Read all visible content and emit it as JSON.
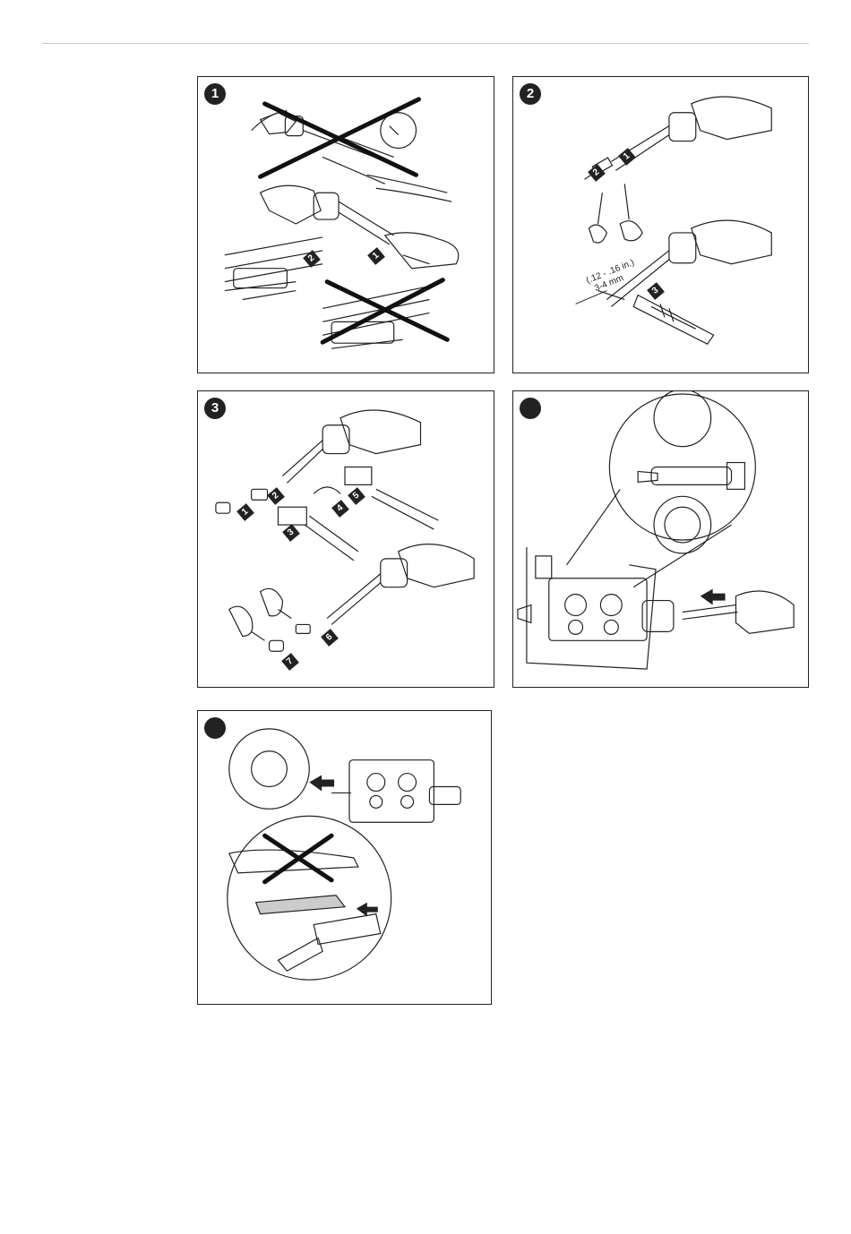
{
  "panels": [
    {
      "badge": "1",
      "tags": [
        "1",
        "2"
      ]
    },
    {
      "badge": "2",
      "tags": [
        "1",
        "2",
        "3"
      ],
      "dim_inch": "(.12 - .16 in.)",
      "dim_mm": "3-4 mm"
    },
    {
      "badge": "3",
      "tags": [
        "1",
        "2",
        "3",
        "4",
        "5",
        "6",
        "7"
      ]
    },
    {
      "badge": ""
    },
    {
      "badge": ""
    }
  ]
}
